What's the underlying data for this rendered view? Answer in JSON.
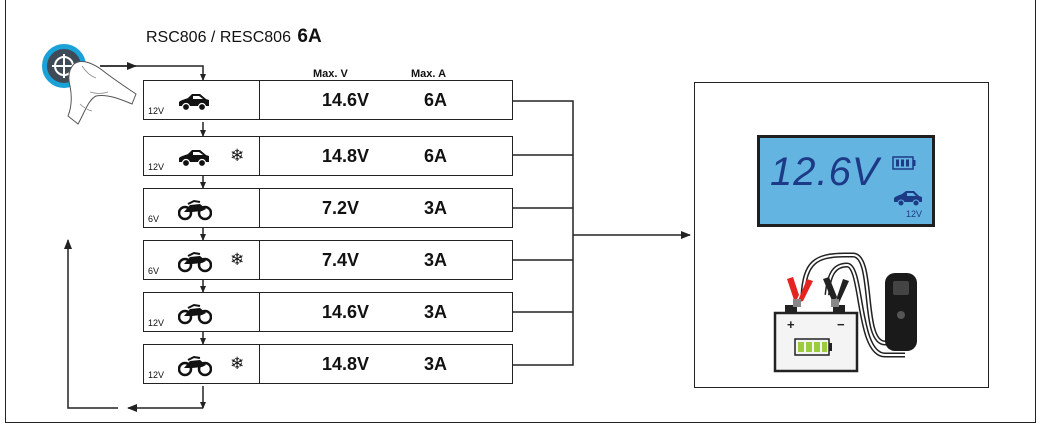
{
  "title": {
    "models": "RSC806 / RESC806",
    "amps": "6A"
  },
  "columns": {
    "max_v": "Max. V",
    "max_a": "Max. A"
  },
  "modes": [
    {
      "voltage": "12V",
      "vehicle": "car-icon",
      "cold": false,
      "max_v": "14.6V",
      "max_a": "6A"
    },
    {
      "voltage": "12V",
      "vehicle": "car-icon",
      "cold": true,
      "max_v": "14.8V",
      "max_a": "6A"
    },
    {
      "voltage": "6V",
      "vehicle": "motorcycle-icon",
      "cold": false,
      "max_v": "7.2V",
      "max_a": "3A"
    },
    {
      "voltage": "6V",
      "vehicle": "motorcycle-icon",
      "cold": true,
      "max_v": "7.4V",
      "max_a": "3A"
    },
    {
      "voltage": "12V",
      "vehicle": "motorcycle-icon",
      "cold": false,
      "max_v": "14.6V",
      "max_a": "3A"
    },
    {
      "voltage": "12V",
      "vehicle": "motorcycle-icon",
      "cold": true,
      "max_v": "14.8V",
      "max_a": "3A"
    }
  ],
  "snowflake": "❄",
  "display": {
    "reading": "12.6V",
    "voltage": "12V"
  },
  "colors": {
    "lcd": "#63b4e1",
    "lcd_text": "#1d3a86",
    "button_ring": "#1aa2d8",
    "clamp_red": "#e52421",
    "battery_green": "#9ccc3c"
  }
}
